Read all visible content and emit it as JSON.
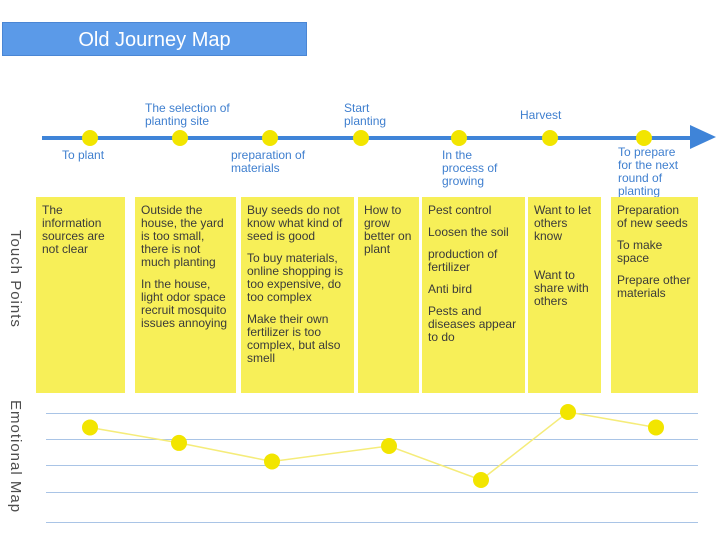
{
  "title": "Old Journey Map",
  "side_labels": {
    "touch_points": "Touch Points",
    "emotional_map": "Emotional Map"
  },
  "stages": [
    {
      "label": "To plant"
    },
    {
      "label": "The selection of planting site"
    },
    {
      "label": "preparation of materials"
    },
    {
      "label": "Start planting"
    },
    {
      "label": "In the process of growing"
    },
    {
      "label": "Harvest"
    },
    {
      "label": "To prepare for the next round of planting"
    }
  ],
  "touch_points": [
    {
      "items": [
        "The information sources are not clear"
      ]
    },
    {
      "items": [
        "Outside the house, the yard is too small, there is not much planting",
        "In the house, light odor space recruit mosquito issues annoying"
      ]
    },
    {
      "items": [
        "Buy seeds do not know what kind of seed is good",
        "To buy materials, online shopping is too expensive, do too complex",
        "Make their own fertilizer is too complex, but also smell"
      ]
    },
    {
      "items": [
        "How to grow better on plant"
      ]
    },
    {
      "items": [
        "Pest control",
        "Loosen the soil",
        "production of fertilizer",
        "Anti bird",
        "Pests and diseases appear to do"
      ]
    },
    {
      "items": [
        "Want to let others know",
        "Want to share with others"
      ]
    },
    {
      "items": [
        "Preparation of new seeds",
        "To make space",
        "Prepare other materials"
      ]
    }
  ],
  "emotional_map": {
    "levels": [
      0.6,
      0.35,
      0.05,
      0.3,
      -0.25,
      0.85,
      0.6
    ],
    "line_color": "#f5ec7a",
    "dot_color": "#f2e500"
  },
  "colors": {
    "axis": "#3f84d8",
    "card": "#f7ef58",
    "title_bg": "#5b9ae8"
  }
}
